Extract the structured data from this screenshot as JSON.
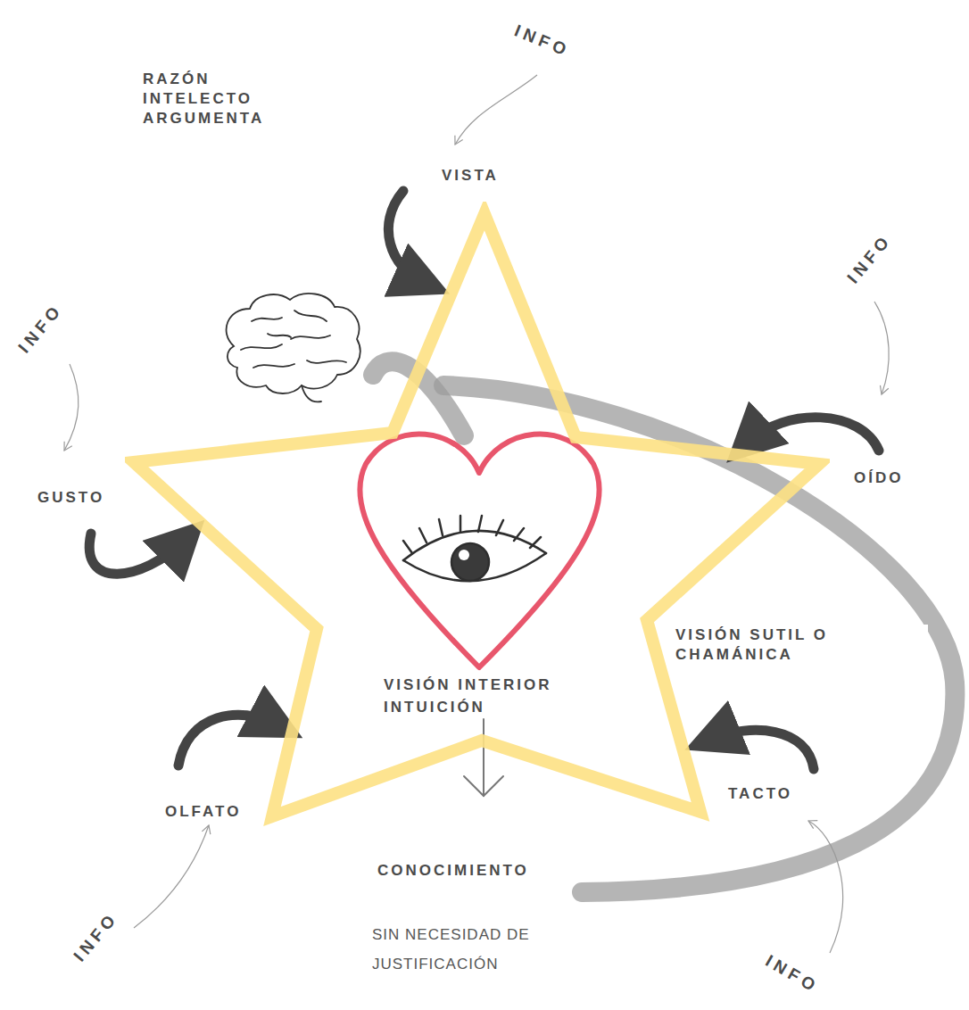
{
  "diagram": {
    "nodes": [
      {
        "text": [
          "VISIÓN INTERIOR INTUICIÓN"
        ]
      }
    ],
    "labels": [
      "INFO",
      "VISTA",
      "RAZÓN INTELECTO ARGUMENTA",
      "INFO",
      "INFO",
      "GUSTO",
      "OÍDO",
      "VISIÓN SUTIL O CHAMÁNICA",
      "OLFATO",
      "TACTO",
      "CONOCIMIENTO",
      "SIN NECESIDAD DE JUSTIFICACIÓN",
      "INFO",
      "INFO"
    ]
  }
}
